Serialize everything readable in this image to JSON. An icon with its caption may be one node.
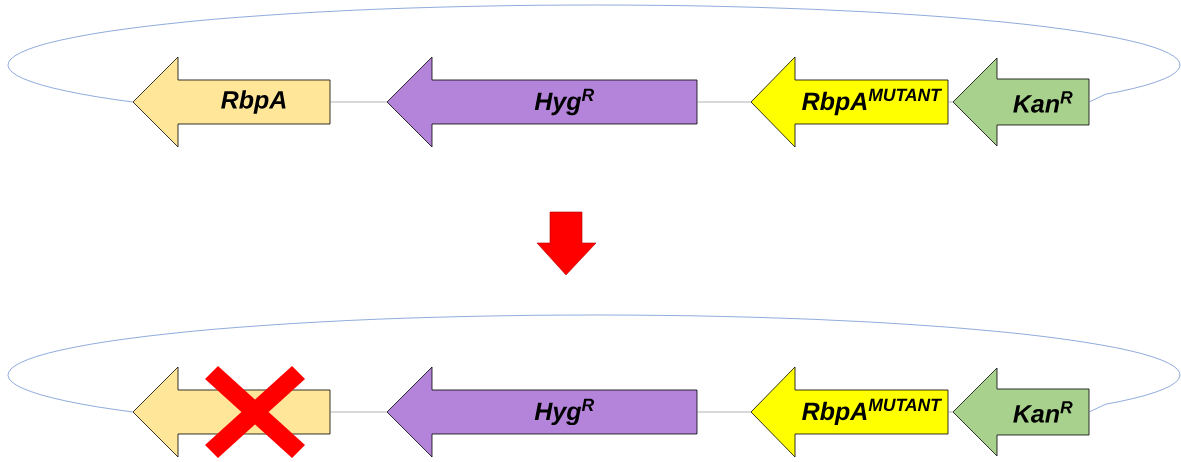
{
  "diagram": {
    "nodes": [
      {
        "text": [
          "RbpA"
        ]
      },
      {
        "text": [
          "Hyg$^{R}$"
        ]
      },
      {
        "text": [
          "RbpA$^{MUTANT}$"
        ]
      },
      {
        "text": [
          "Kan$^{R}$"
        ]
      },
      {
        "text": [],
        "shape": "arrow"
      },
      {
        "text": [
          "Hyg$^{R}$"
        ]
      },
      {
        "text": [
          "RbpA$^{MUTANT}$"
        ]
      },
      {
        "text": [
          "Kan$^{R}$"
        ]
      }
    ],
    "edges": [
      {
        "from": 0,
        "to": 1,
        "arrow": "none"
      },
      {
        "from": 1,
        "to": 2,
        "arrow": "none"
      },
      {
        "from": 2,
        "to": 3,
        "arrow": "none"
      },
      {
        "from": 3,
        "to": 0,
        "arrow": "none",
        "color": "#4472c4"
      },
      {
        "from": 4,
        "to": 5,
        "arrow": "none"
      },
      {
        "from": 5,
        "to": 6,
        "arrow": "none"
      },
      {
        "from": 6,
        "to": 7,
        "arrow": "none"
      },
      {
        "from": 7,
        "to": 4,
        "arrow": "none",
        "color": "#4472c4"
      }
    ]
  }
}
